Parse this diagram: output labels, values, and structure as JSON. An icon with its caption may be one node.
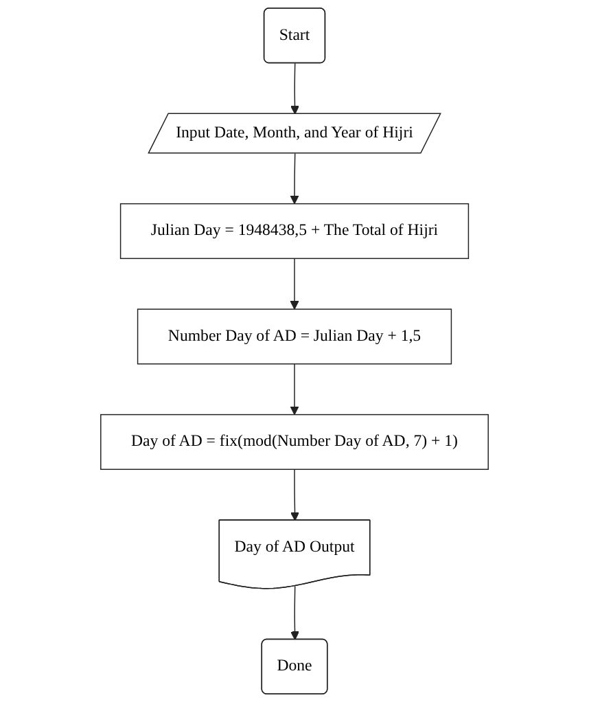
{
  "diagram": {
    "nodes": [
      {
        "text": [
          "Start"
        ]
      },
      {
        "text": [
          "Input Date, Month, and Year of Hijri"
        ]
      },
      {
        "text": [
          "Julian Day = 1948438,5 + The Total of Hijri"
        ]
      },
      {
        "text": [
          "Number Day of AD = Julian Day + 1,5"
        ]
      },
      {
        "text": [
          "Day of AD = fix(mod(Number Day of AD, 7) + 1)"
        ]
      },
      {
        "text": [
          "Day of AD Output"
        ]
      },
      {
        "text": [
          "Done"
        ]
      }
    ],
    "edges": [
      {
        "from": 0,
        "to": 1,
        "arrow": "to"
      },
      {
        "from": 1,
        "to": 2,
        "arrow": "to"
      },
      {
        "from": 2,
        "to": 3,
        "arrow": "to"
      },
      {
        "from": 3,
        "to": 4,
        "arrow": "to"
      },
      {
        "from": 4,
        "to": 5,
        "arrow": "to"
      },
      {
        "from": 5,
        "to": 6,
        "arrow": "to"
      }
    ]
  }
}
